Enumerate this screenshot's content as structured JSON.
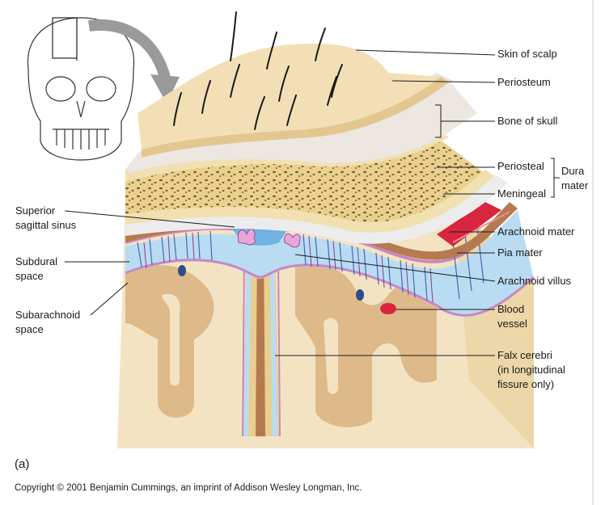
{
  "labels": {
    "skin_of_scalp": "Skin of scalp",
    "periosteum": "Periosteum",
    "bone_of_skull": "Bone of skull",
    "periosteal": "Periosteal",
    "meningeal": "Meningeal",
    "dura_mater": [
      "Dura",
      "mater"
    ],
    "arachnoid_mater": "Arachnoid mater",
    "pia_mater": "Pia mater",
    "arachnoid_villus": "Arachnoid villus",
    "blood_vessel": [
      "Blood",
      "vessel"
    ],
    "falx_cerebri": [
      "Falx cerebri",
      "(in longitudinal",
      "fissure only)"
    ],
    "superior_sagittal_sinus": [
      "Superior",
      "sagittal sinus"
    ],
    "subdural_space": [
      "Subdural",
      "space"
    ],
    "subarachnoid_space": [
      "Subarachnoid",
      "space"
    ]
  },
  "panel_label": "(a)",
  "copyright": "Copyright © 2001 Benjamin Cummings, an imprint of Addison Wesley Longman, Inc.",
  "colors": {
    "scalp": "#f3dfb6",
    "periosteum": "#e6e3df",
    "bone": "#e8cf8f",
    "dura": "#b57a4e",
    "arachnoid": "#b9dcf2",
    "csf": "#8fc6ea",
    "pia": "#c987c0",
    "brain_grey": "#deb98a",
    "brain_white": "#f4e3c3",
    "blood": "#d7263d",
    "sinus": "#6fb2e3"
  }
}
